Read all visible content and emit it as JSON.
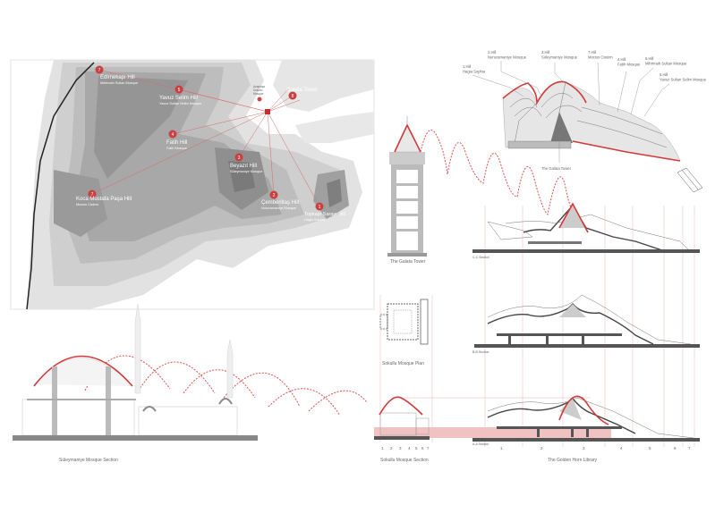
{
  "map": {
    "hills": [
      {
        "num": "1",
        "name": "Topkapı Sarayı Hill",
        "landmark": "Hagia Sophia"
      },
      {
        "num": "2",
        "name": "Çemberlitaş Hill",
        "landmark": "Nuruosmaniye Mosque"
      },
      {
        "num": "3",
        "name": "Beyazıt Hill",
        "landmark": "Süleymaniye Mosque"
      },
      {
        "num": "4",
        "name": "Fatih Hill",
        "landmark": "Fatih Mosque"
      },
      {
        "num": "5",
        "name": "Yavuz Selim Hill",
        "landmark": "Yavuz Sultan Selim Mosque"
      },
      {
        "num": "6",
        "name": "Edirnekapı Hill",
        "landmark": "Mihrimah Sultan Mosque"
      },
      {
        "num": "7",
        "name": "Koca Mustafa Paşa Hill",
        "landmark": "Mocius Cistern"
      },
      {
        "num": "8",
        "name": "Galata Tower",
        "landmark": ""
      }
    ],
    "sokullu_label": [
      "Azapkapı",
      "Sokullu",
      "Mosque"
    ]
  },
  "roof_model": {
    "callouts": [
      {
        "hill": "1.Hill",
        "name": "Hagia Sophia"
      },
      {
        "hill": "2.Hill",
        "name": "Nuruosmaniye Mosque"
      },
      {
        "hill": "3.Hill",
        "name": "Süleymaniye Mosque"
      },
      {
        "hill": "7.Hill",
        "name": "Mocius  Cistern"
      },
      {
        "hill": "4.Hill",
        "name": "Fatih Mosque"
      },
      {
        "hill": "6.Hill",
        "name": "Mihrimah Sultan Mosque"
      },
      {
        "hill": "5.Hill",
        "name": "Yavuz Sultan Selim Mosque"
      }
    ],
    "center_label": "The Galata Tower"
  },
  "galata_tower": {
    "caption": "The Galata Tower"
  },
  "sections": {
    "cc": "C-C Section",
    "bb": "B-B Section",
    "aa": "A-A Section"
  },
  "captions": {
    "suleymaniye": "Süleymaniye Mosque Section",
    "sokullu_plan": "Sokullu Mosque Plan",
    "sokullu_section": "Sokullu Mosque Section",
    "library": "The Golden Horn Library"
  },
  "sokullu_numbers": [
    "1",
    "2",
    "3",
    "4",
    "5",
    "6",
    "7"
  ],
  "library_numbers": [
    "1",
    "2",
    "3",
    "4",
    "5",
    "6",
    "7"
  ],
  "colors": {
    "accent": "#d23a3a",
    "structure": "#555555"
  }
}
